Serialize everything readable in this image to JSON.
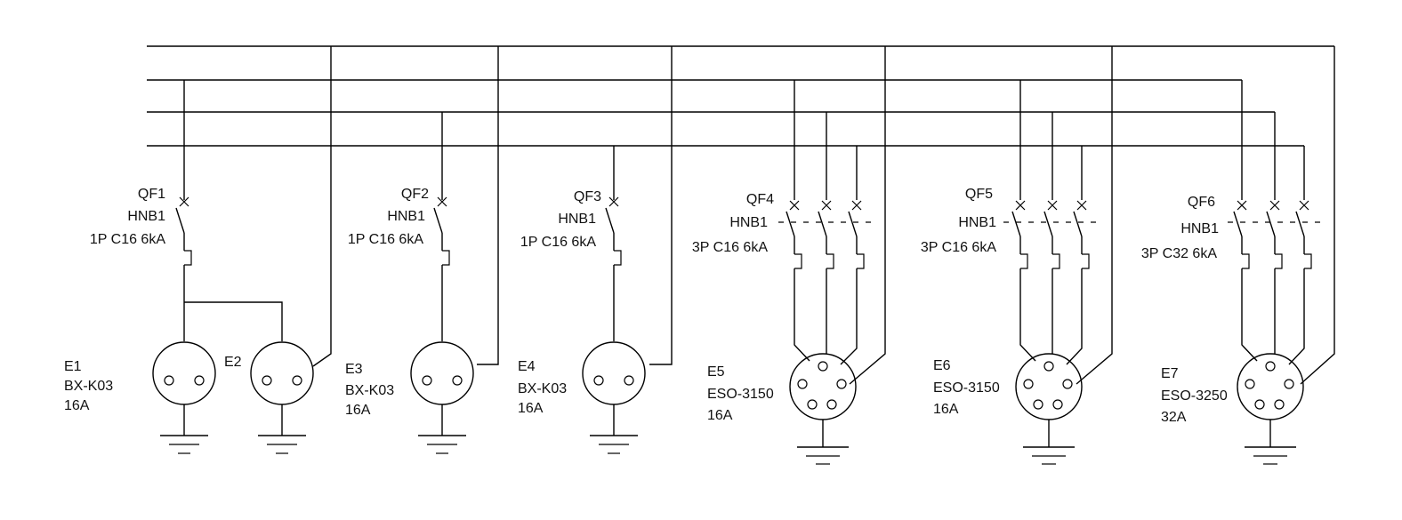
{
  "breakers": [
    {
      "id": "QF1",
      "model": "HNB1",
      "rating": "1P C16 6kA"
    },
    {
      "id": "QF2",
      "model": "HNB1",
      "rating": "1P C16 6kA"
    },
    {
      "id": "QF3",
      "model": "HNB1",
      "rating": "1P C16 6kA"
    },
    {
      "id": "QF4",
      "model": "HNB1",
      "rating": "3P C16 6kA"
    },
    {
      "id": "QF5",
      "model": "HNB1",
      "rating": "3P C16 6kA"
    },
    {
      "id": "QF6",
      "model": "HNB1",
      "rating": "3P C32 6kA"
    }
  ],
  "sockets": [
    {
      "id": "E1",
      "type": "BX-K03",
      "current": "16A"
    },
    {
      "id": "E2",
      "type": "",
      "current": ""
    },
    {
      "id": "E3",
      "type": "BX-K03",
      "current": "16A"
    },
    {
      "id": "E4",
      "type": "BX-K03",
      "current": "16A"
    },
    {
      "id": "E5",
      "type": "ESO-3150",
      "current": "16A"
    },
    {
      "id": "E6",
      "type": "ESO-3150",
      "current": "16A"
    },
    {
      "id": "E7",
      "type": "ESO-3250",
      "current": "32A"
    }
  ]
}
